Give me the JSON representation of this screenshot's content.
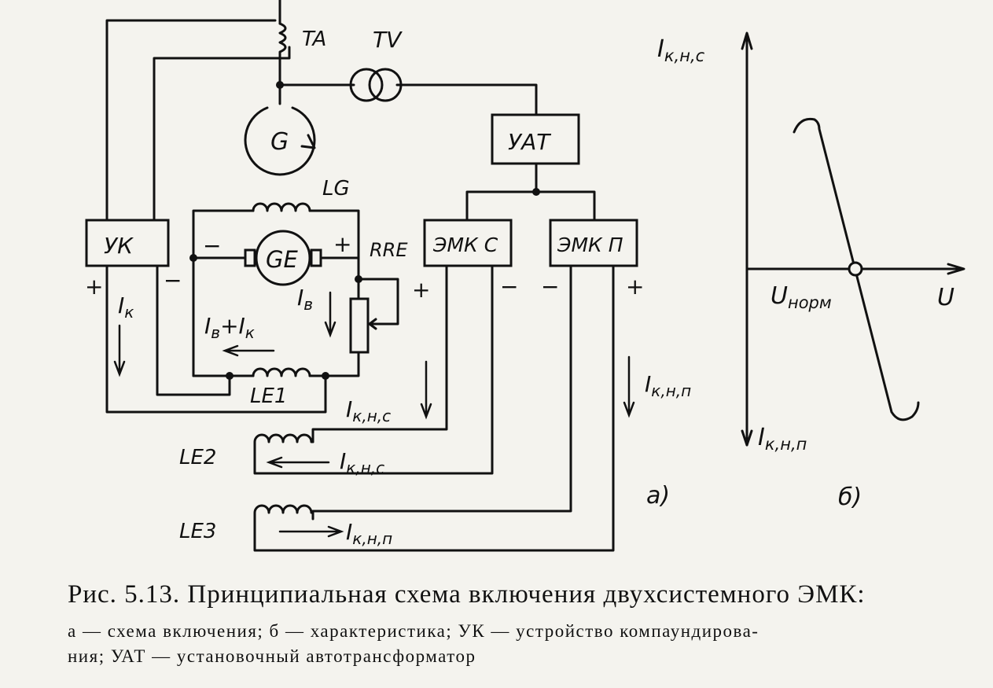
{
  "schematic": {
    "ta": "TA",
    "tv": "TV",
    "gen": "G",
    "uat": "УАТ",
    "uk": "УК",
    "lg": "LG",
    "ge": "GE",
    "rre": "RRE",
    "emk_s": "ЭМК С",
    "emk_p": "ЭМК П",
    "le1": "LE1",
    "le2": "LE2",
    "le3": "LE3",
    "plus": "+",
    "minus": "−",
    "i_k": "I",
    "i_k_sub": "к",
    "i_v": "I",
    "i_v_sub": "в",
    "iv_ik": "I",
    "iv_ik_sub1": "в",
    "iv_ik_mid": "+I",
    "iv_ik_sub2": "к",
    "i_knc": "I",
    "i_knc_sub": "к,н,с",
    "i_knp": "I",
    "i_knp_sub": "к,н,п",
    "label_a": "а)"
  },
  "characteristic": {
    "y_top": "I",
    "y_top_sub": "к,н,с",
    "y_bottom": "I",
    "y_bottom_sub": "к,н,п",
    "x_label": "U",
    "u_norm": "U",
    "u_norm_sub": "норм",
    "label_b": "б)"
  },
  "caption": {
    "line1": "Рис. 5.13. Принципиальная схема включения двухсистемного ЭМК:",
    "line2": "а — схема включения; б — характеристика; УК — устройство компаундирова-",
    "line3": "ния; УАТ — установочный автотрансформатор"
  }
}
